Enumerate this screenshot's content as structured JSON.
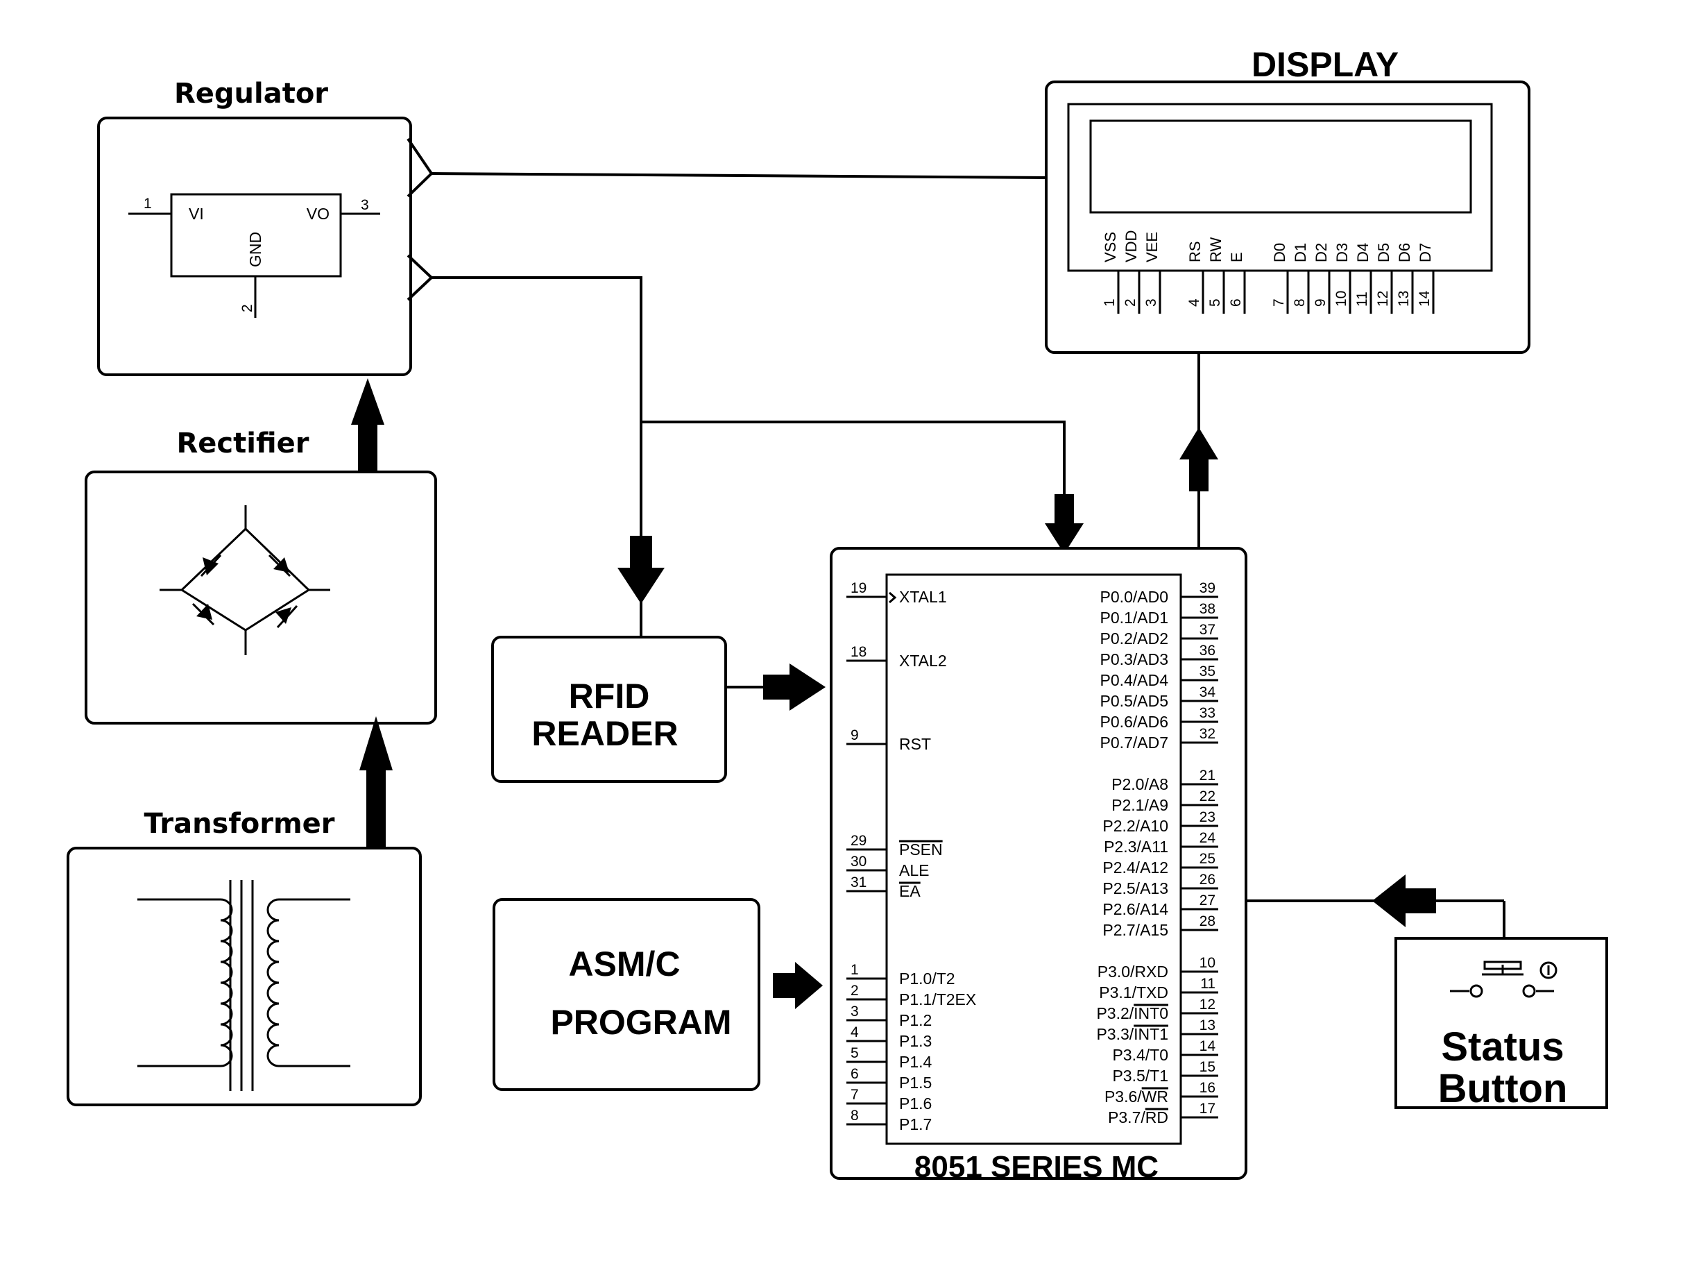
{
  "labels": {
    "regulator": "Regulator",
    "rectifier": "Rectifier",
    "transformer": "Transformer",
    "display": "DISPLAY",
    "rfid_line1": "RFID",
    "rfid_line2": "READER",
    "program_line1": "ASM/C",
    "program_line2": "PROGRAM",
    "mcu": "8051 SERIES MC",
    "status_line1": "Status",
    "status_line2": "Button"
  },
  "regulator_ic": {
    "vi": "VI",
    "vo": "VO",
    "gnd": "GND",
    "pin_in": "1",
    "pin_out": "3",
    "pin_gnd": "2"
  },
  "lcd_pins": [
    {
      "num": "1",
      "name": "VSS"
    },
    {
      "num": "2",
      "name": "VDD"
    },
    {
      "num": "3",
      "name": "VEE"
    },
    {
      "num": "4",
      "name": "RS"
    },
    {
      "num": "5",
      "name": "RW"
    },
    {
      "num": "6",
      "name": "E"
    },
    {
      "num": "7",
      "name": "D0"
    },
    {
      "num": "8",
      "name": "D1"
    },
    {
      "num": "9",
      "name": "D2"
    },
    {
      "num": "10",
      "name": "D3"
    },
    {
      "num": "11",
      "name": "D4"
    },
    {
      "num": "12",
      "name": "D5"
    },
    {
      "num": "13",
      "name": "D6"
    },
    {
      "num": "14",
      "name": "D7"
    }
  ],
  "mcu_left_pins": [
    {
      "num": "19",
      "name": "XTAL1"
    },
    {
      "num": "18",
      "name": "XTAL2"
    },
    {
      "num": "9",
      "name": "RST"
    },
    {
      "num": "29",
      "name": "PSEN",
      "overline": true
    },
    {
      "num": "30",
      "name": "ALE"
    },
    {
      "num": "31",
      "name": "EA",
      "overline": true
    },
    {
      "num": "1",
      "name": "P1.0/T2"
    },
    {
      "num": "2",
      "name": "P1.1/T2EX"
    },
    {
      "num": "3",
      "name": "P1.2"
    },
    {
      "num": "4",
      "name": "P1.3"
    },
    {
      "num": "5",
      "name": "P1.4"
    },
    {
      "num": "6",
      "name": "P1.5"
    },
    {
      "num": "7",
      "name": "P1.6"
    },
    {
      "num": "8",
      "name": "P1.7"
    }
  ],
  "mcu_right_pins": [
    {
      "num": "39",
      "name": "P0.0/AD0"
    },
    {
      "num": "38",
      "name": "P0.1/AD1"
    },
    {
      "num": "37",
      "name": "P0.2/AD2"
    },
    {
      "num": "36",
      "name": "P0.3/AD3"
    },
    {
      "num": "35",
      "name": "P0.4/AD4"
    },
    {
      "num": "34",
      "name": "P0.5/AD5"
    },
    {
      "num": "33",
      "name": "P0.6/AD6"
    },
    {
      "num": "32",
      "name": "P0.7/AD7"
    },
    {
      "num": "21",
      "name": "P2.0/A8"
    },
    {
      "num": "22",
      "name": "P2.1/A9"
    },
    {
      "num": "23",
      "name": "P2.2/A10"
    },
    {
      "num": "24",
      "name": "P2.3/A11"
    },
    {
      "num": "25",
      "name": "P2.4/A12"
    },
    {
      "num": "26",
      "name": "P2.5/A13"
    },
    {
      "num": "27",
      "name": "P2.6/A14"
    },
    {
      "num": "28",
      "name": "P2.7/A15"
    },
    {
      "num": "10",
      "name": "P3.0/RXD"
    },
    {
      "num": "11",
      "name": "P3.1/TXD"
    },
    {
      "num": "12",
      "name": "P3.2/",
      "suffix": "INT0",
      "overline": true
    },
    {
      "num": "13",
      "name": "P3.3/",
      "suffix": "INT1",
      "overline": true
    },
    {
      "num": "14",
      "name": "P3.4/T0"
    },
    {
      "num": "15",
      "name": "P3.5/T1"
    },
    {
      "num": "16",
      "name": "P3.6/",
      "suffix": "WR",
      "overline": true
    },
    {
      "num": "17",
      "name": "P3.7/",
      "suffix": "RD",
      "overline": true
    }
  ]
}
